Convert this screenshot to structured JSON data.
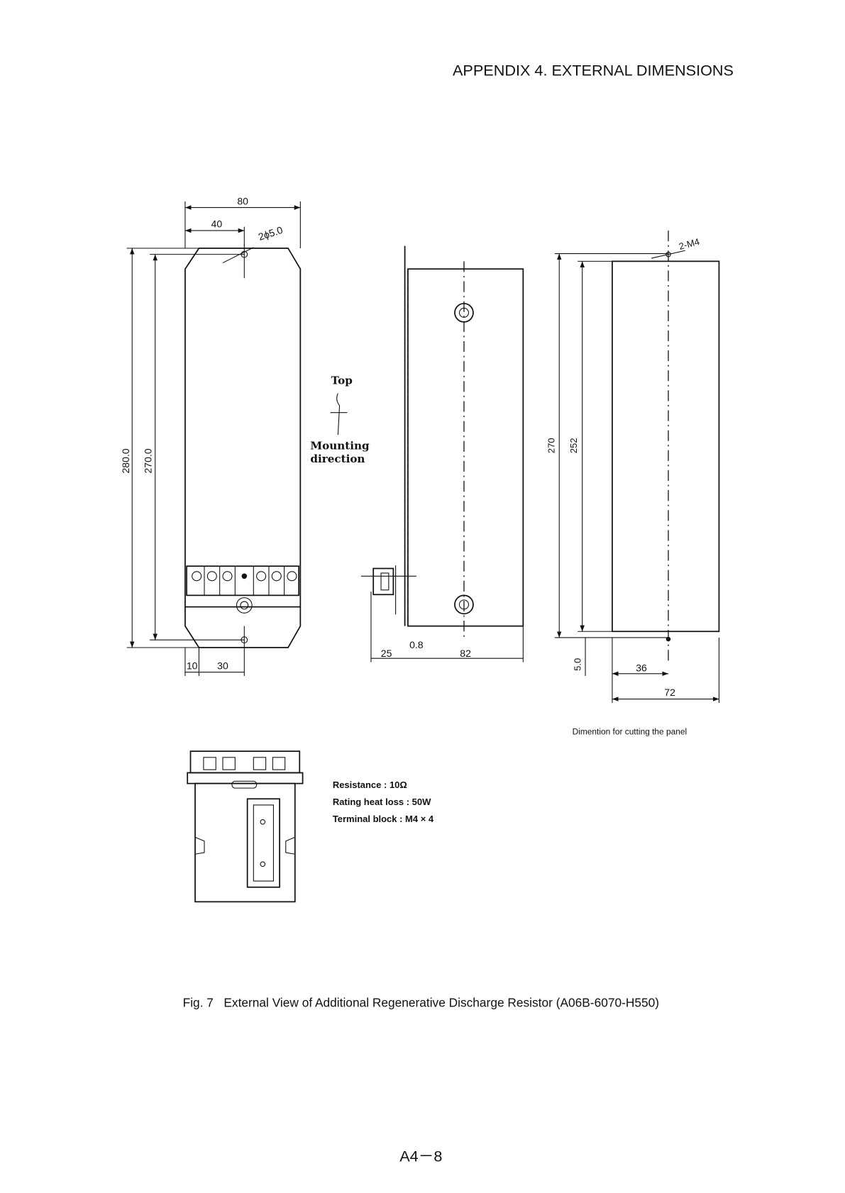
{
  "header": {
    "title": "APPENDIX 4.  EXTERNAL DIMENSIONS"
  },
  "front_view": {
    "dim_width": "80",
    "dim_half_width": "40",
    "dim_holes": "2ϕ5.0",
    "dim_height_total": "280.0",
    "dim_height_holes": "270.0",
    "dim_edge": "10",
    "dim_hole_offset": "30"
  },
  "orientation": {
    "top_label": "Top",
    "mounting_label": "Mounting",
    "direction_label": "direction"
  },
  "side_view": {
    "dim_flange": "25",
    "dim_thickness": "0.8",
    "dim_depth": "82"
  },
  "panel_cut": {
    "dim_screws": "2-M4",
    "dim_outer": "270",
    "dim_inner": "252",
    "dim_offset": "5.0",
    "dim_half": "36",
    "dim_width": "72",
    "caption": "Dimention for cutting the panel"
  },
  "specs": [
    {
      "label": "Resistance",
      "value": "10Ω"
    },
    {
      "label": "Rating heat loss",
      "value": "50W"
    },
    {
      "label": "Terminal block",
      "value": "M4 × 4"
    }
  ],
  "figure_caption": "Fig. 7   External View of Additional Regenerative Discharge Resistor (A06B-6070-H550)",
  "page_number": "A4－8"
}
